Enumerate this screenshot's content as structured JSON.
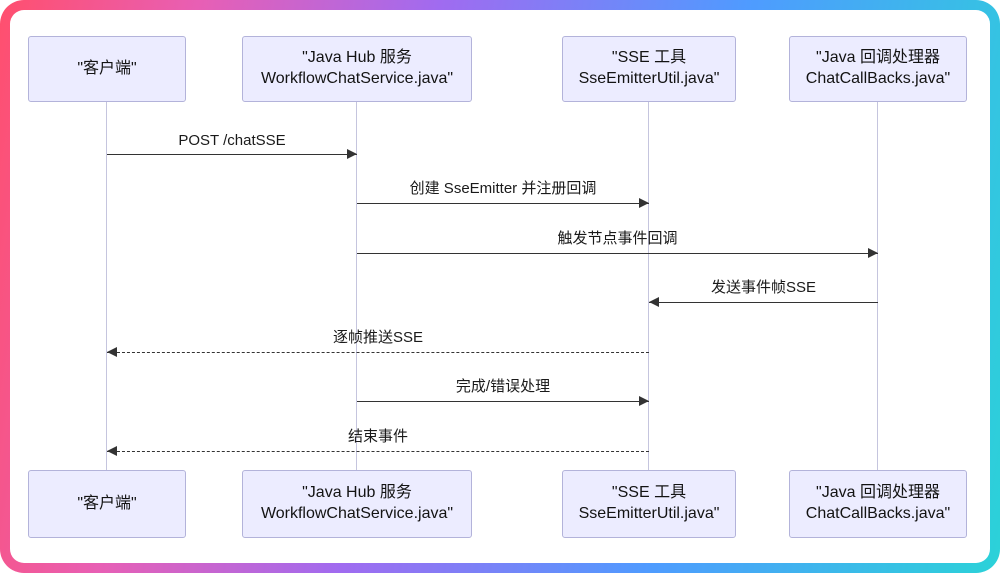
{
  "diagram": {
    "type": "sequence",
    "participants": [
      {
        "id": "client",
        "lines": [
          "\"客户端\""
        ]
      },
      {
        "id": "workflow-chat-service",
        "lines": [
          "\"Java Hub 服务",
          "WorkflowChatService.java\""
        ]
      },
      {
        "id": "sse-emitter-util",
        "lines": [
          "\"SSE 工具",
          "SseEmitterUtil.java\""
        ]
      },
      {
        "id": "chat-callbacks",
        "lines": [
          "\"Java 回调处理器",
          "ChatCallBacks.java\""
        ]
      }
    ],
    "messages": [
      {
        "label": "POST /chatSSE",
        "from": "client",
        "to": "workflow-chat-service",
        "line": "solid",
        "direction": "right"
      },
      {
        "label": "创建 SseEmitter 并注册回调",
        "from": "workflow-chat-service",
        "to": "sse-emitter-util",
        "line": "solid",
        "direction": "right"
      },
      {
        "label": "触发节点事件回调",
        "from": "workflow-chat-service",
        "to": "chat-callbacks",
        "line": "solid",
        "direction": "right"
      },
      {
        "label": "发送事件帧SSE",
        "from": "chat-callbacks",
        "to": "sse-emitter-util",
        "line": "solid",
        "direction": "left"
      },
      {
        "label": "逐帧推送SSE",
        "from": "sse-emitter-util",
        "to": "client",
        "line": "dashed",
        "direction": "left"
      },
      {
        "label": "完成/错误处理",
        "from": "workflow-chat-service",
        "to": "sse-emitter-util",
        "line": "solid",
        "direction": "right"
      },
      {
        "label": "结束事件",
        "from": "sse-emitter-util",
        "to": "client",
        "line": "dashed",
        "direction": "left"
      }
    ],
    "colors": {
      "participant_fill": "#ECECFF",
      "participant_border": "#B3B3DA",
      "lifeline": "#C5C5DE",
      "arrow": "#333333",
      "frame_gradient_start": "#FF4F6E",
      "frame_gradient_mid": "#A06BF0",
      "frame_gradient_end": "#2BD2D8"
    }
  }
}
